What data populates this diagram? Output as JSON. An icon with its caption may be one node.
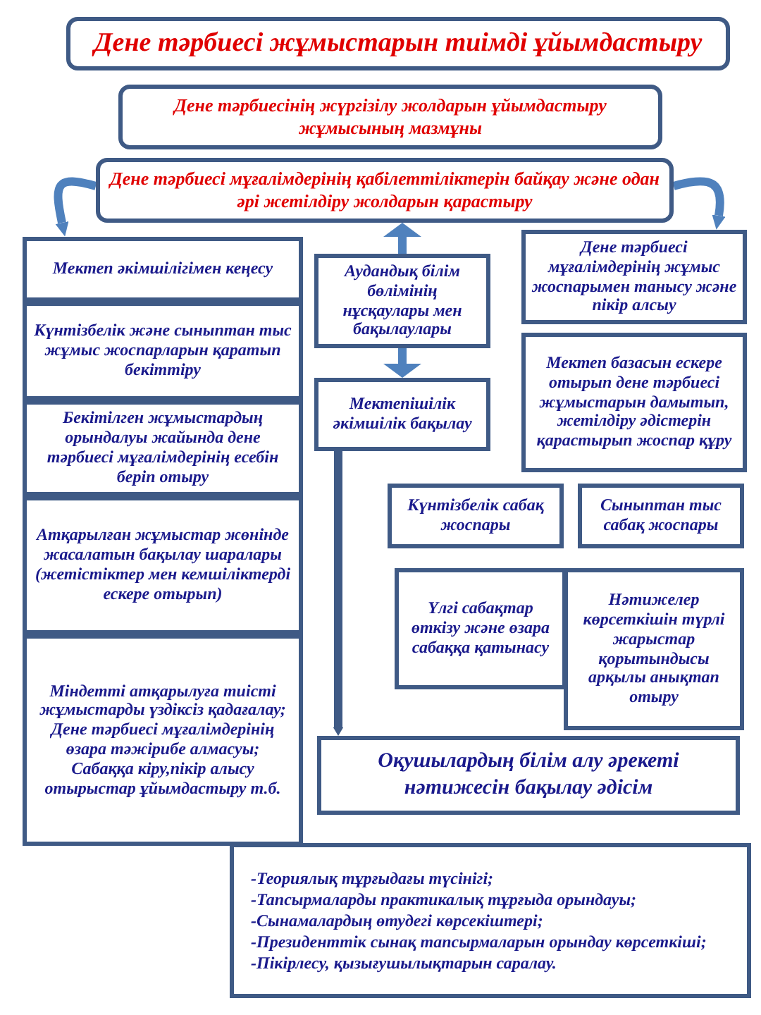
{
  "diagram": {
    "nodes": [
      {
        "text": [
          "Дене тәрбиесі жұмыстарын тиімді ұйымдастыру"
        ]
      },
      {
        "text": [
          "Дене тәрбиесінің жүргізілу жолдарын ұйымдастыру жұмысының мазмұны"
        ]
      },
      {
        "text": [
          "Дене тәрбиесі мұғалімдерінің қабілеттіліктерін байқау және одан әрі жетілдіру жолдарын қарастыру"
        ]
      },
      {
        "text": [
          "Мектеп әкімшілігімен кеңесу"
        ]
      },
      {
        "text": [
          "Күнтізбелік және сыныптан тыс жұмыс жоспарларын қаратып бекіттіру"
        ]
      },
      {
        "text": [
          "Бекітілген жұмыстардың орындалуы жайында дене тәрбиесі мұғалімдерінің есебін беріп отыру"
        ]
      },
      {
        "text": [
          "Атқарылған жұмыстар жөнінде жасалатын бақылау шаралары (жетістіктер мен кемшіліктерді ескере отырып)"
        ]
      },
      {
        "text": [
          "Міндетті атқарылуға тиісті жұмыстарды үздіксіз қадағалау;",
          "Дене тәрбиесі мұғалімдерінің өзара тәжірибе алмасуы;",
          "Сабаққа кіру,пікір алысу отырыстар ұйымдастыру т.б."
        ]
      },
      {
        "text": [
          "Аудандық білім бөлімінің нұсқаулары мен бақылаулары"
        ]
      },
      {
        "text": [
          "Мектепішілік әкімшілік бақылау"
        ]
      },
      {
        "text": [
          "Дене тәрбиесі мұғалімдерінің жұмыс жоспарымен танысу және пікір алсыу"
        ]
      },
      {
        "text": [
          "Мектеп базасын ескере отырып дене тәрбиесі жұмыстарын дамытып, жетілдіру әдістерін қарастырып жоспар құру"
        ]
      },
      {
        "text": [
          "Күнтізбелік сабақ жоспары"
        ]
      },
      {
        "text": [
          "Сыныптан тыс сабақ жоспары"
        ]
      },
      {
        "text": [
          "Үлгі сабақтар өткізу және өзара сабаққа қатынасу"
        ]
      },
      {
        "text": [
          "Нәтижелер көрсеткішін түрлі жарыстар қорытындысы арқылы анықтап отыру"
        ]
      },
      {
        "text": [
          "Оқушылардың білім алу әрекеті нәтижесін бақылау әдісім"
        ]
      },
      {
        "text": [
          "-Теориялық тұрғыдағы түсінігі;",
          "-Тапсырмаларды практикалық тұрғыда орындауы;",
          "-Сынамалардың өтудегі көрсекіштері;",
          "-Президенттік сынақ тапсырмаларын орындау көрсеткіші;",
          "-Пікірлесу, қызығушылықтарын саралау."
        ]
      }
    ],
    "edges": [
      {
        "from": 2,
        "to": 3,
        "arrow": "to"
      },
      {
        "from": 2,
        "to": 10,
        "arrow": "to"
      },
      {
        "from": 8,
        "to": 2,
        "arrow": "to"
      },
      {
        "from": 8,
        "to": 9,
        "arrow": "to"
      },
      {
        "from": 9,
        "to": 16,
        "arrow": "to",
        "color": "#3f5a85"
      }
    ]
  }
}
